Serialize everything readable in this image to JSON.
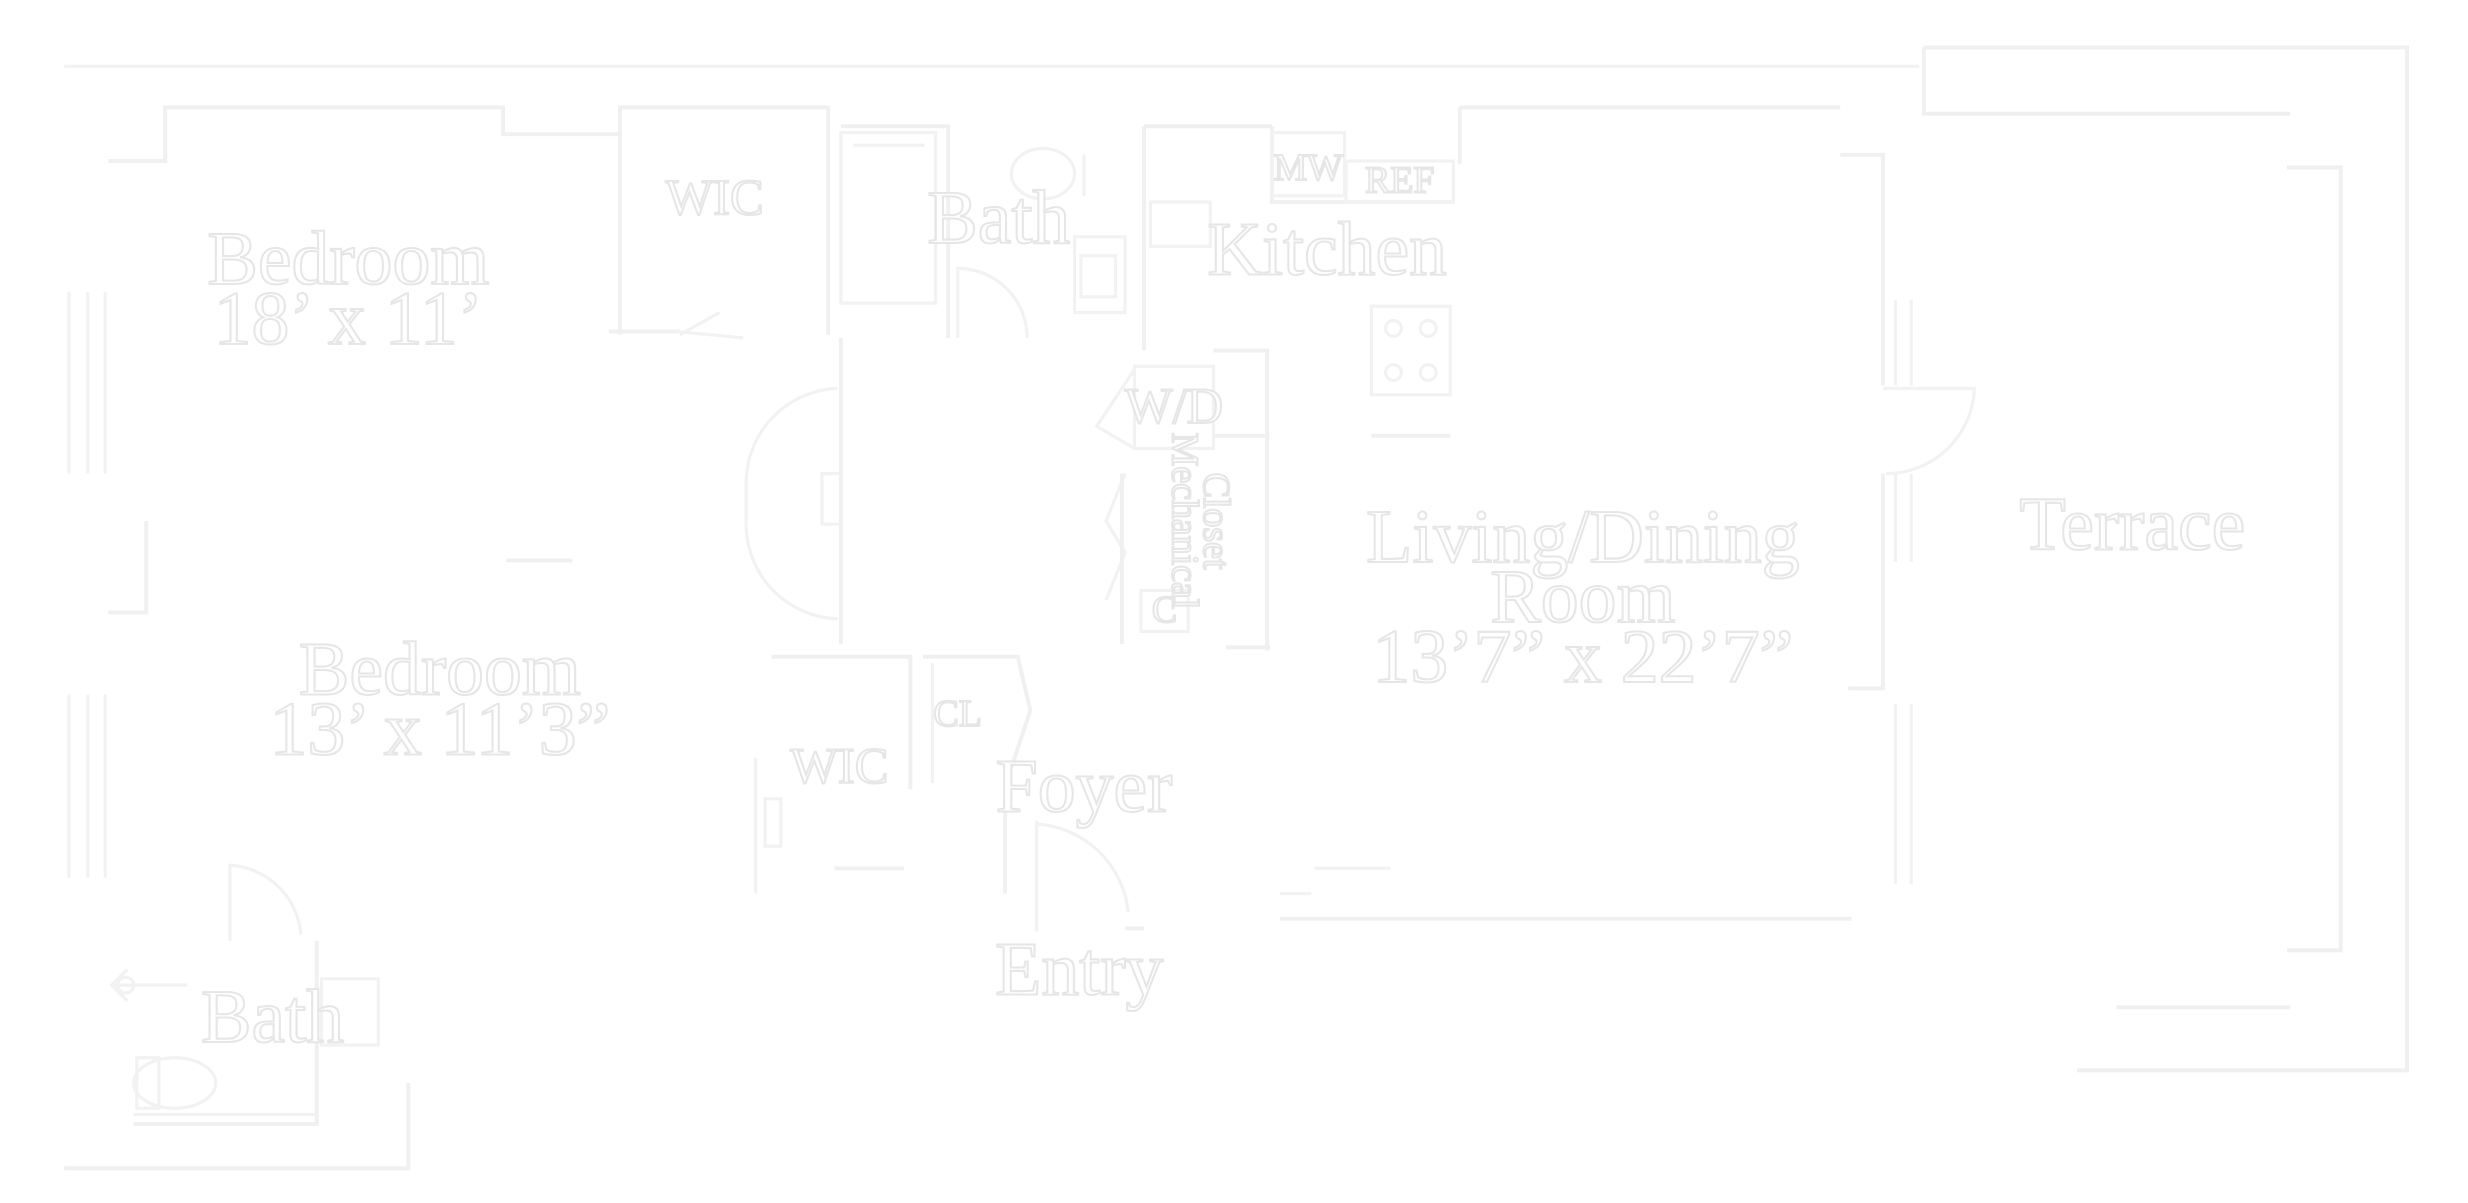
{
  "rooms": {
    "bedroom_1": {
      "name": "Bedroom",
      "size": "18’ x 11’"
    },
    "bedroom_2": {
      "name": "Bedroom",
      "size": "13’ x 11’3”"
    },
    "living": {
      "name_line1": "Living/Dining",
      "name_line2": "Room",
      "size": "13’7” x 22’7”"
    },
    "kitchen": "Kitchen",
    "bath_1": "Bath",
    "bath_2": "Bath",
    "terrace": "Terrace",
    "foyer": "Foyer",
    "entry": "Entry"
  },
  "fixtures": {
    "wic_1": "WIC",
    "wic_2": "WIC",
    "closet": "CL",
    "washer_dryer": "W/D",
    "mechanical_closet_line1": "Mechanical",
    "mechanical_closet_line2": "Closet",
    "mechanical_unit": "C",
    "microwave": "MW",
    "fridge": "REF"
  },
  "colors": {
    "background": "#ffffff",
    "lines": "#f0f0f0"
  }
}
